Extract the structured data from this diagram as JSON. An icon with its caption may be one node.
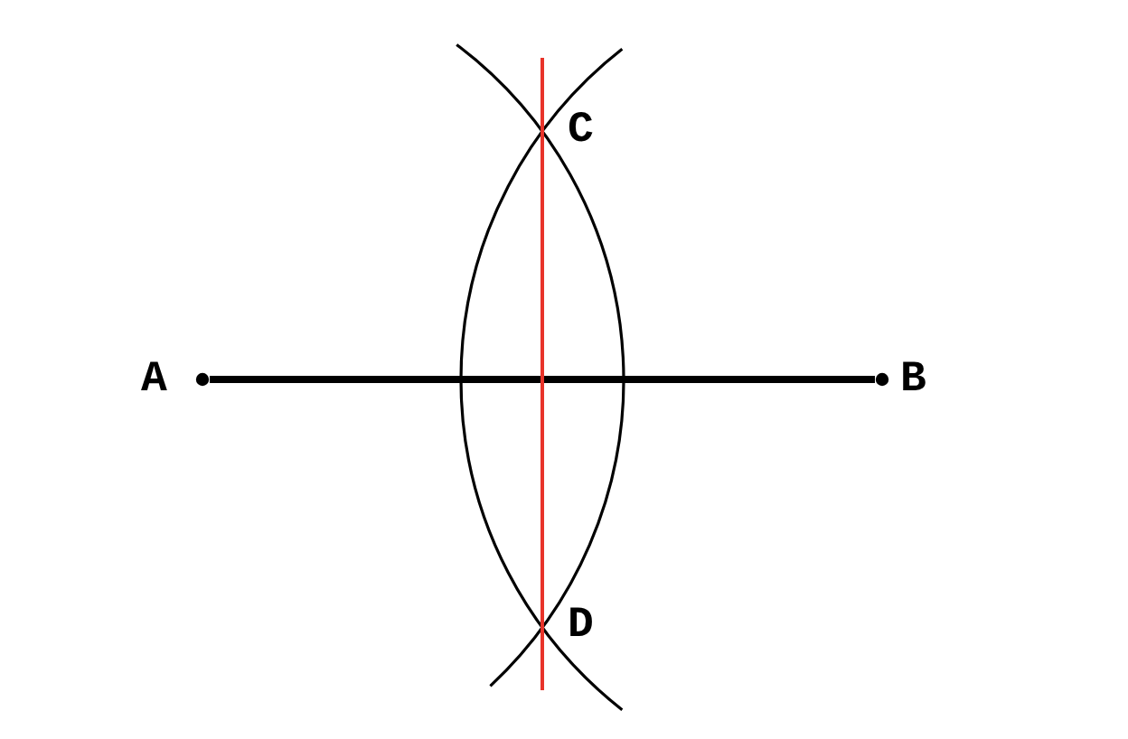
{
  "diagram": {
    "nodes": [
      {
        "text": [
          "A"
        ]
      },
      {
        "text": [
          "B"
        ]
      },
      {
        "text": [
          "C"
        ]
      },
      {
        "text": [
          "D"
        ]
      }
    ],
    "edges": [
      {
        "from": 0,
        "to": 1,
        "arrow": "none",
        "style": "thick"
      },
      {
        "from": 2,
        "to": 3,
        "arrow": "none",
        "color": "#e8332a"
      }
    ]
  }
}
